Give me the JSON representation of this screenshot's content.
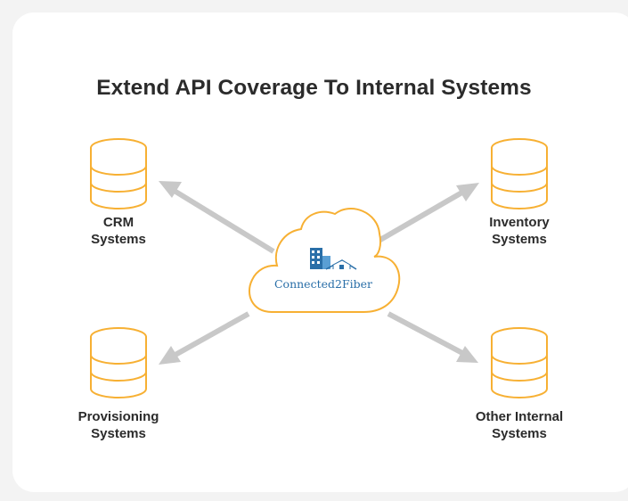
{
  "title": "Extend API Coverage To Internal Systems",
  "center": {
    "logo_text": "Connected2Fiber",
    "icon": "building-cloud-logo",
    "color": "#2a6fa8"
  },
  "nodes": {
    "crm": {
      "line1": "CRM",
      "line2": "Systems",
      "icon": "database-icon"
    },
    "inventory": {
      "line1": "Inventory",
      "line2": "Systems",
      "icon": "database-icon"
    },
    "provisioning": {
      "line1": "Provisioning",
      "line2": "Systems",
      "icon": "database-icon"
    },
    "other": {
      "line1": "Other Internal",
      "line2": "Systems",
      "icon": "database-icon"
    }
  },
  "colors": {
    "accent": "#f7b033",
    "arrow": "#c8c8c8",
    "text": "#2b2b2b",
    "background": "#f3f3f3",
    "card": "#ffffff"
  }
}
